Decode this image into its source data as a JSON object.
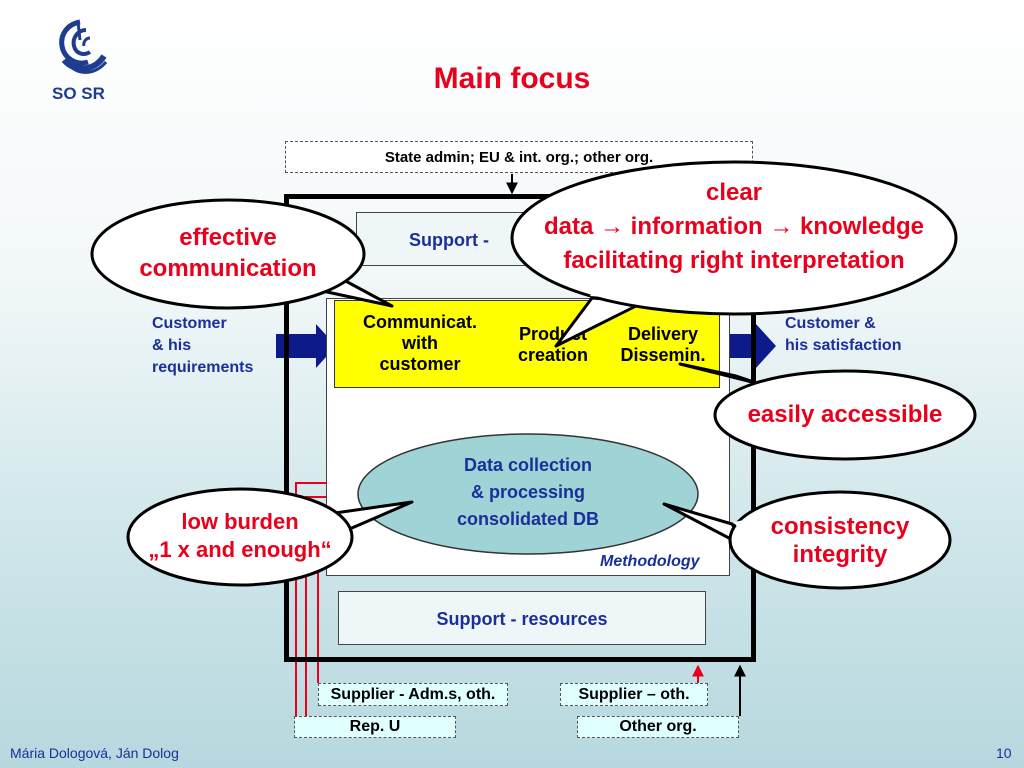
{
  "header": {
    "logo_text": "SO SR",
    "title": "Main focus"
  },
  "diagram": {
    "state_admin": "State admin;  EU & int. org.;  other org.",
    "support_top": "Support -",
    "support_bottom": "Support - resources",
    "cells": {
      "communicat": [
        "Communicat.",
        "with",
        "customer"
      ],
      "product": [
        "Product",
        "creation"
      ],
      "delivery": [
        "Delivery",
        "Dissemin."
      ]
    },
    "data_collection": [
      "Data collection",
      "& processing",
      "consolidated DB"
    ],
    "methodology": "Methodology",
    "customer_left": [
      "Customer",
      "& his",
      "requirements"
    ],
    "customer_right": [
      "Customer &",
      "his satisfaction"
    ],
    "supplier_adm": "Supplier - Adm.s, oth.",
    "supplier_oth": "Supplier – oth.",
    "rep_u": "Rep. U",
    "other_org": "Other org."
  },
  "callouts": {
    "clear": [
      "clear",
      "data → information → knowledge",
      "facilitating right interpretation"
    ],
    "effective": [
      "effective",
      "communication"
    ],
    "accessible": "easily accessible",
    "low_burden": [
      "low burden",
      "„1 x and enough“"
    ],
    "consistency": [
      "consistency",
      "integrity"
    ]
  },
  "footer": {
    "authors": "Mária Dologová, Ján Dolog",
    "page": "10"
  },
  "colors": {
    "title_red": "#e8001c",
    "navy": "#1a2f9a",
    "yellow": "#ffff00",
    "ellipse_fill": "#9fd3d6"
  }
}
